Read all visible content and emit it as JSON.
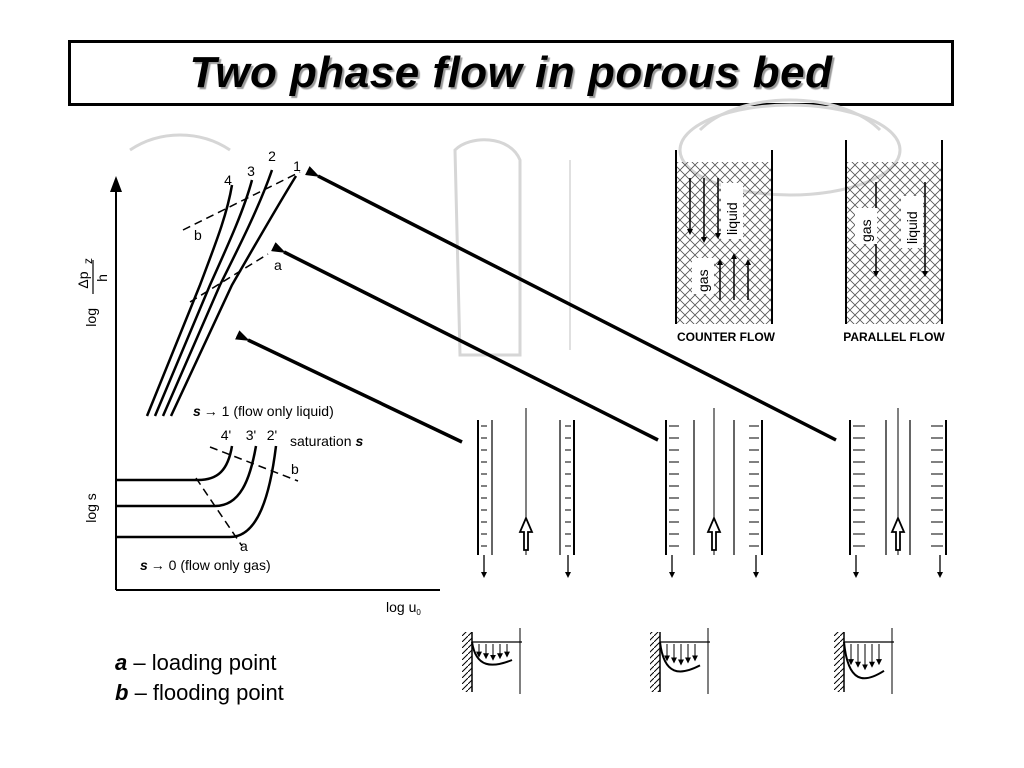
{
  "slide": {
    "title": "Two phase flow in porous bed"
  },
  "upper_plot": {
    "ylabel_prefix": "log",
    "ylabel_numerator": "Δp",
    "ylabel_subscript": "z",
    "ylabel_denominator": "h",
    "curve_labels": [
      "4",
      "3",
      "2",
      "1"
    ],
    "point_labels": [
      "a",
      "b"
    ],
    "note_symbol": "s",
    "note_text": "→ 1 (flow only liquid)"
  },
  "lower_plot": {
    "ylabel": "log s",
    "xlabel_prefix": "log u",
    "xlabel_subscript": "0",
    "curve_labels": [
      "4'",
      "3'",
      "2'"
    ],
    "point_labels": [
      "a",
      "b"
    ],
    "saturation_text": "saturation",
    "saturation_symbol": "s",
    "note_symbol": "s",
    "note_text": "→ 0 (flow only gas)"
  },
  "columns": {
    "counter": {
      "caption": "COUNTER FLOW",
      "liquid_label": "liquid",
      "gas_label": "gas"
    },
    "parallel": {
      "caption": "PARALLEL FLOW",
      "liquid_label": "liquid",
      "gas_label": "gas"
    }
  },
  "legend": {
    "a_symbol": "a",
    "a_text": " – loading point",
    "b_symbol": "b",
    "b_text": " – flooding point"
  }
}
